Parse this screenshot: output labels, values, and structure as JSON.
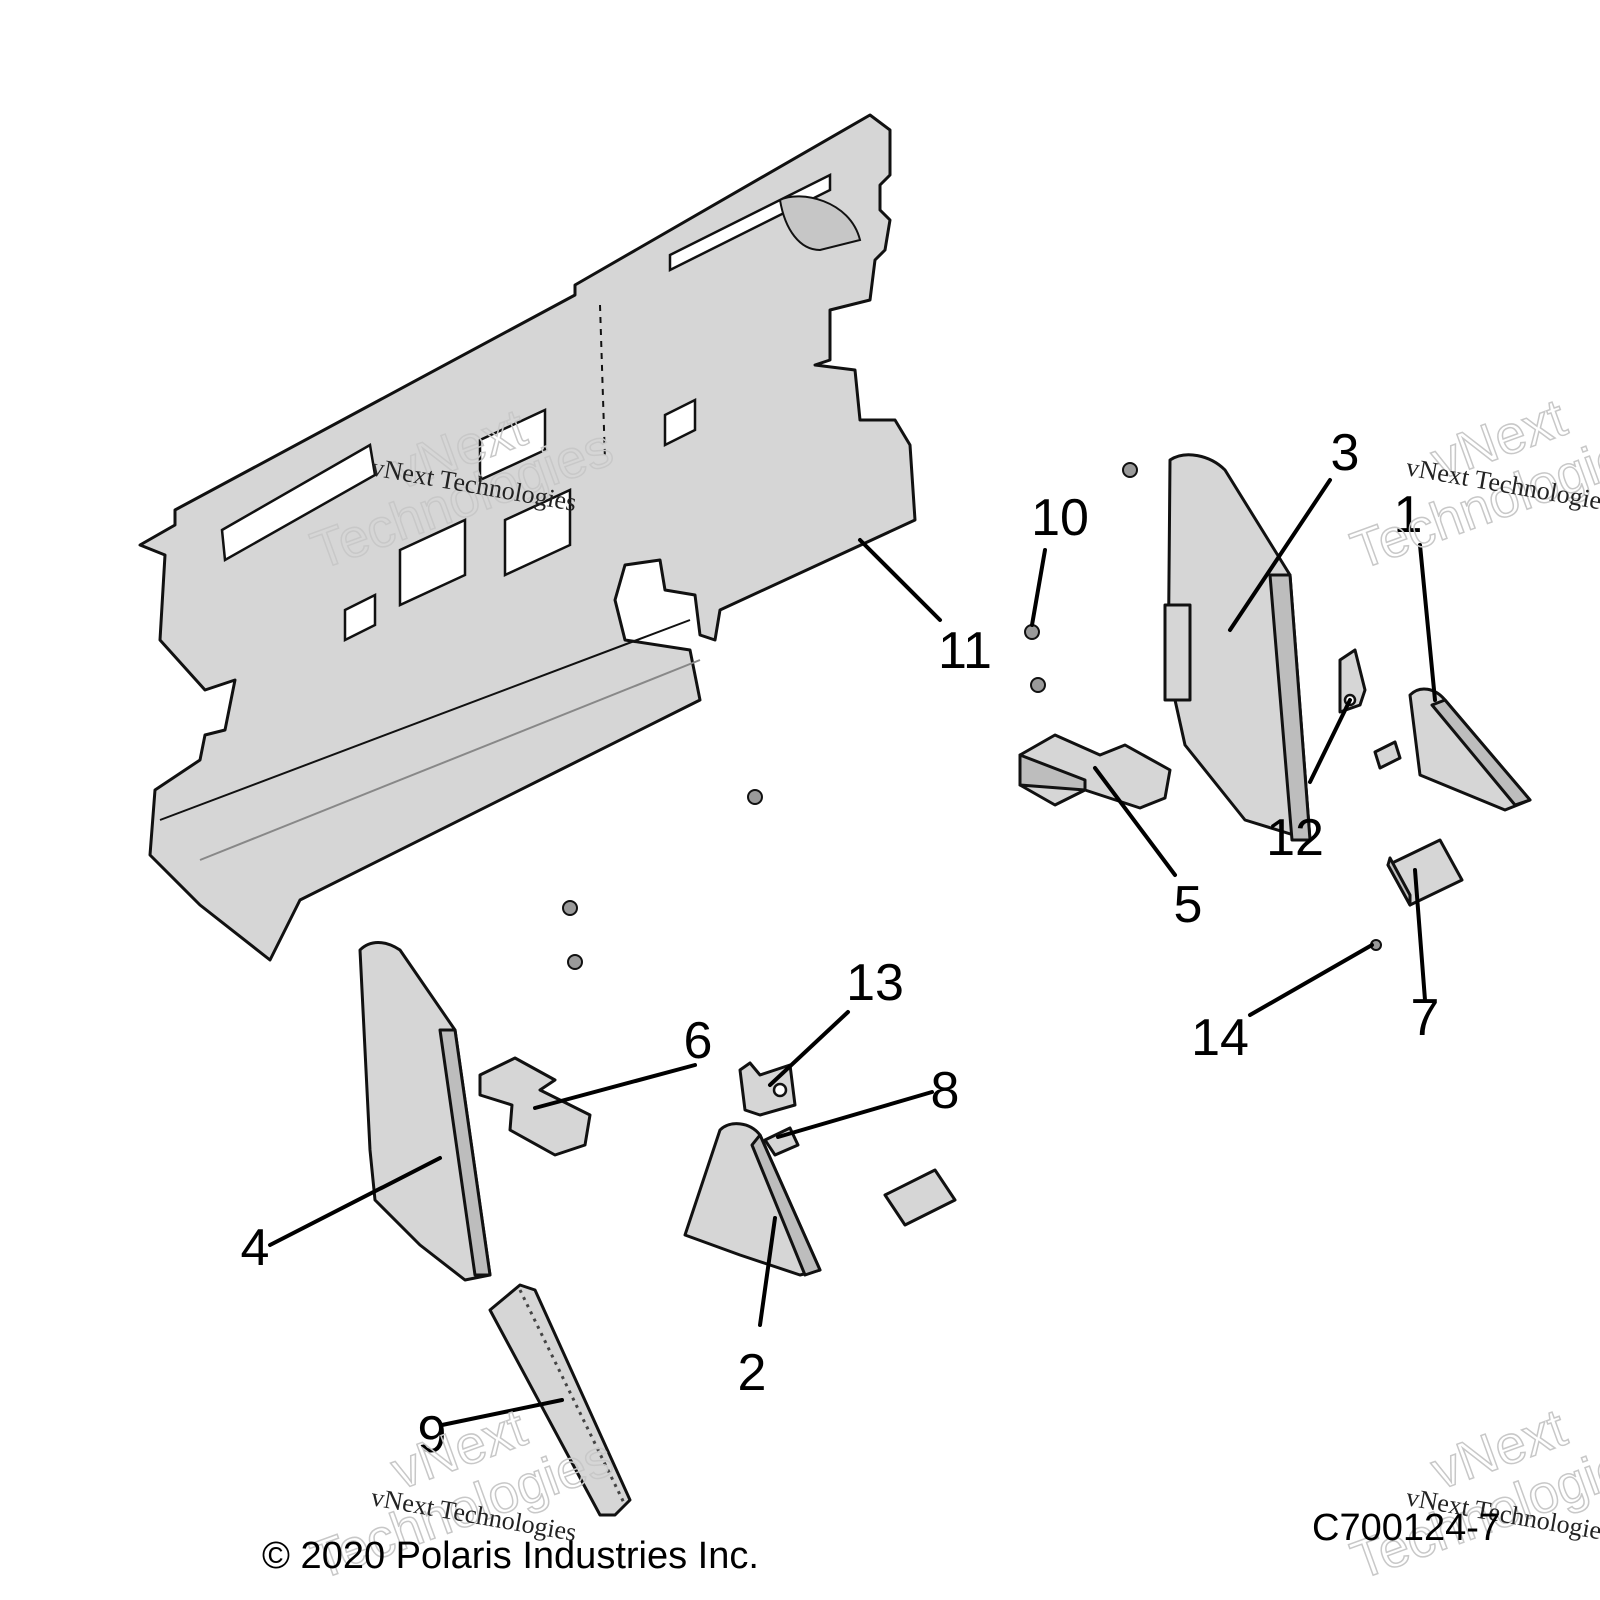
{
  "callouts": [
    {
      "id": "1",
      "label": "1"
    },
    {
      "id": "2",
      "label": "2"
    },
    {
      "id": "3",
      "label": "3"
    },
    {
      "id": "4",
      "label": "4"
    },
    {
      "id": "5",
      "label": "5"
    },
    {
      "id": "6",
      "label": "6"
    },
    {
      "id": "7",
      "label": "7"
    },
    {
      "id": "8",
      "label": "8"
    },
    {
      "id": "9",
      "label": "9"
    },
    {
      "id": "10",
      "label": "10"
    },
    {
      "id": "11",
      "label": "11"
    },
    {
      "id": "12",
      "label": "12"
    },
    {
      "id": "13",
      "label": "13"
    },
    {
      "id": "14",
      "label": "14"
    }
  ],
  "watermarks": {
    "text": "vNext Technologies",
    "word1": "vNext",
    "word2": "Technologies"
  },
  "footer": {
    "copyright": "© 2020 Polaris Industries Inc.",
    "drawing_number": "C700124-7"
  }
}
